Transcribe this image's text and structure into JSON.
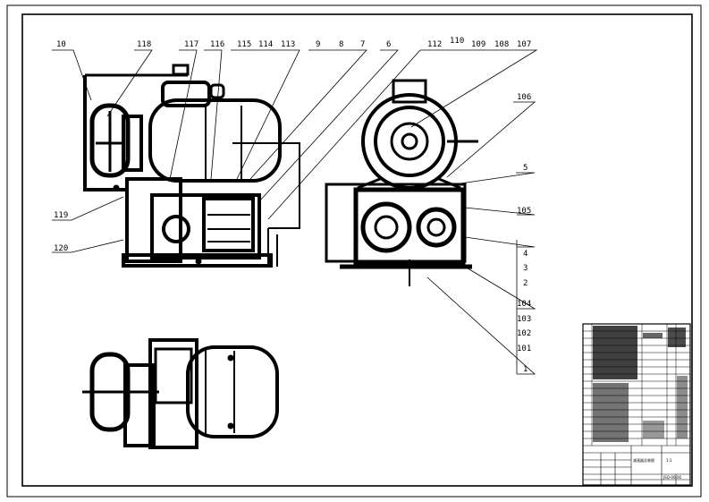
{
  "drawing": {
    "callouts_top": [
      "10",
      "118",
      "117",
      "116",
      "115",
      "114",
      "113",
      "9",
      "8",
      "7",
      "6",
      "112",
      "110",
      "109",
      "108",
      "107"
    ],
    "callouts_right": [
      "106",
      "5",
      "105",
      "4",
      "3",
      "2",
      "104",
      "103",
      "102",
      "101",
      "1"
    ],
    "callouts_left": [
      "119",
      "120"
    ]
  },
  "title_block": {
    "title": "减速器总装图",
    "drawing_no": "JSQ-00-00",
    "scale": "1:1"
  },
  "colors": {
    "line": "#000000",
    "paper": "#ffffff"
  }
}
